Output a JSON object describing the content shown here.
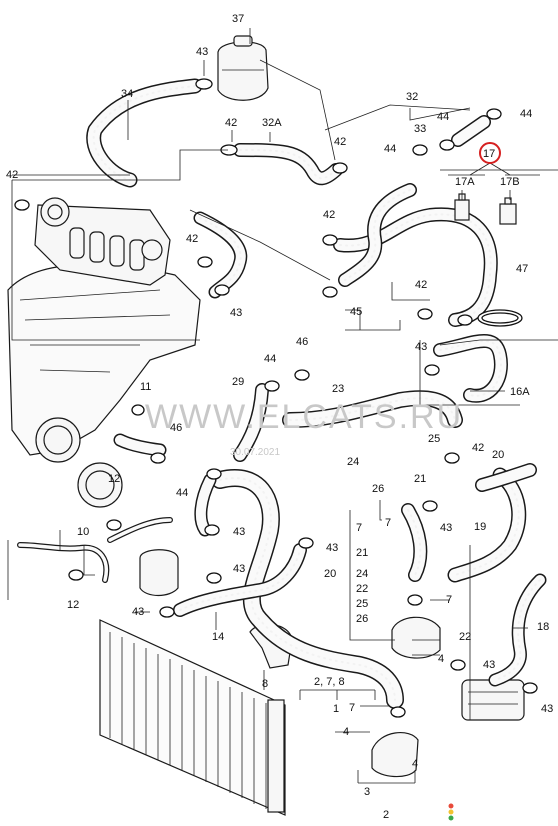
{
  "labels": {
    "l37": "37",
    "l43a": "43",
    "l34": "34",
    "l42a": "42",
    "l32A": "32A",
    "l42b": "42",
    "l32": "32",
    "l44a": "44",
    "l44b": "44",
    "l33": "33",
    "l44c": "44",
    "l17": "17",
    "l17A": "17A",
    "l17B": "17B",
    "l42c": "42",
    "l42d": "42",
    "l42e": "42",
    "l43b": "43",
    "l47": "47",
    "l42f": "42",
    "l45": "45",
    "l44d": "44",
    "l46a": "46",
    "l23": "23",
    "l43c": "43",
    "l16A": "16A",
    "l11": "11",
    "l29": "29",
    "l46b": "46",
    "l25": "25",
    "l42g": "42",
    "l20a": "20",
    "l24a": "24",
    "l26a": "26",
    "l21a": "21",
    "l7a": "7",
    "l43d": "43",
    "l12a": "12",
    "l44e": "44",
    "l43e": "43",
    "l10": "10",
    "l43f": "43",
    "l7b": "7",
    "l19": "19",
    "l21b": "21",
    "l20b": "20",
    "l24b": "24",
    "l22a": "22",
    "l25b": "25",
    "l26b": "26",
    "l43g": "43",
    "l12b": "12",
    "l7c": "7",
    "l43h": "43",
    "l14": "14",
    "l18": "18",
    "l22b": "22",
    "l4a": "4",
    "l43i": "43",
    "l8": "8",
    "l278": "2,  7,  8",
    "l1": "1",
    "l7d": "7",
    "l4b": "4",
    "l43j": "43",
    "l3": "3",
    "l4c": "4",
    "l2": "2"
  },
  "watermark": {
    "brand": "WWW.ELCATS.RU",
    "date": "30.07.2021"
  },
  "highlight": {
    "color": "#d62020",
    "target": "17"
  },
  "status_dots": [
    "#e84a3a",
    "#f2c230",
    "#3aa84a"
  ]
}
